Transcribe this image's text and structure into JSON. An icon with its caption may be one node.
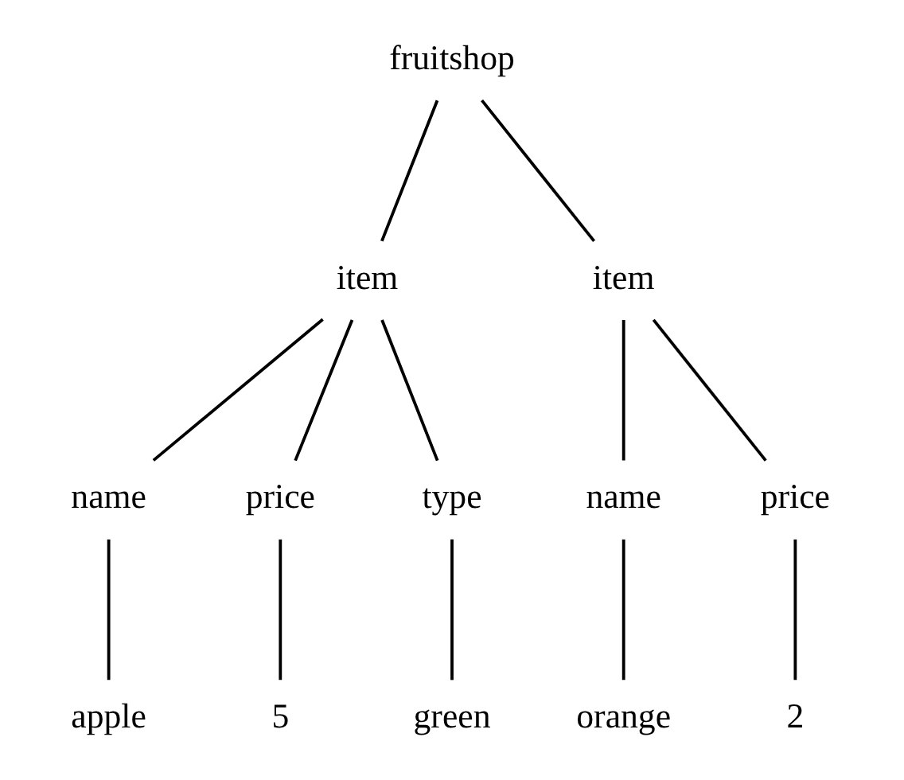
{
  "diagram": {
    "nodes": [
      {
        "text": [
          "fruitshop"
        ]
      },
      {
        "text": [
          "item"
        ]
      },
      {
        "text": [
          "item"
        ]
      },
      {
        "text": [
          "name"
        ]
      },
      {
        "text": [
          "price"
        ]
      },
      {
        "text": [
          "type"
        ]
      },
      {
        "text": [
          "name"
        ]
      },
      {
        "text": [
          "price"
        ]
      },
      {
        "text": [
          "apple"
        ]
      },
      {
        "text": [
          "5"
        ]
      },
      {
        "text": [
          "green"
        ]
      },
      {
        "text": [
          "orange"
        ]
      },
      {
        "text": [
          "2"
        ]
      }
    ],
    "edges": [
      {
        "from": 0,
        "to": 1,
        "arrow": "none"
      },
      {
        "from": 0,
        "to": 2,
        "arrow": "none"
      },
      {
        "from": 1,
        "to": 3,
        "arrow": "none"
      },
      {
        "from": 1,
        "to": 4,
        "arrow": "none"
      },
      {
        "from": 1,
        "to": 5,
        "arrow": "none"
      },
      {
        "from": 2,
        "to": 6,
        "arrow": "none"
      },
      {
        "from": 2,
        "to": 7,
        "arrow": "none"
      },
      {
        "from": 3,
        "to": 8,
        "arrow": "none"
      },
      {
        "from": 4,
        "to": 9,
        "arrow": "none"
      },
      {
        "from": 5,
        "to": 10,
        "arrow": "none"
      },
      {
        "from": 6,
        "to": 11,
        "arrow": "none"
      },
      {
        "from": 7,
        "to": 12,
        "arrow": "none"
      }
    ]
  }
}
